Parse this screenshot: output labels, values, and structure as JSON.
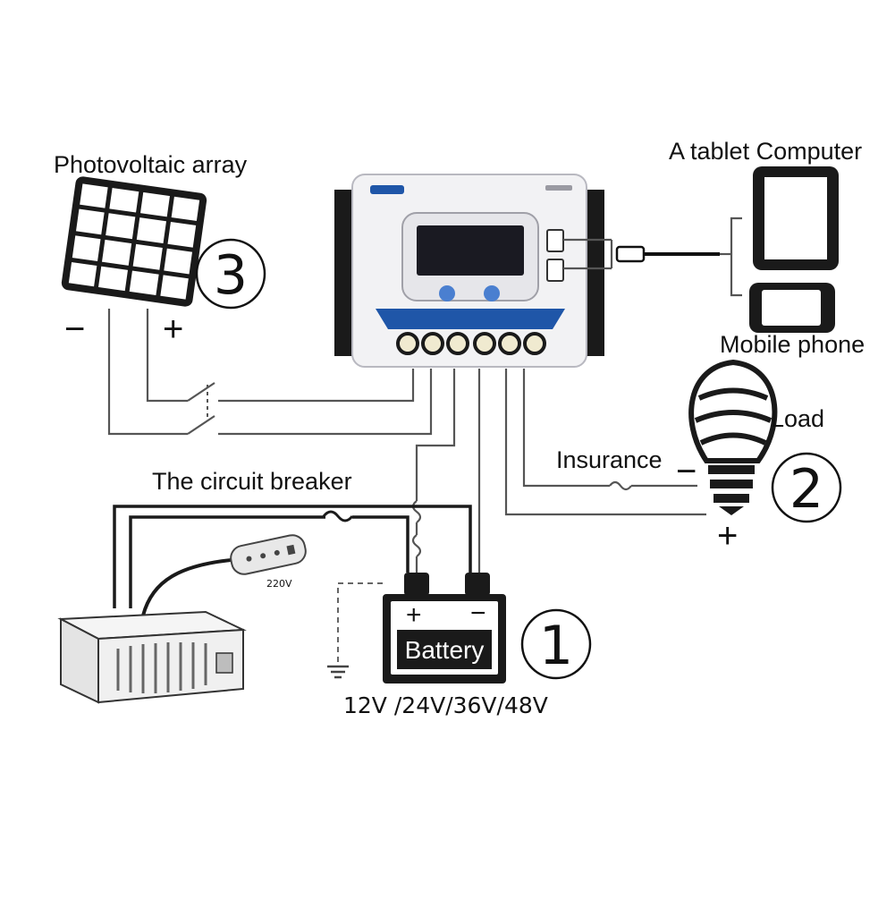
{
  "labels": {
    "pv_array": "Photovoltaic array",
    "tablet": "A tablet Computer",
    "mobile": "Mobile phone",
    "load": "Load",
    "insurance": "Insurance",
    "breaker": "The circuit breaker",
    "battery": "Battery",
    "voltage": "12V /24V/36V/48V",
    "socket_voltage": "220V"
  },
  "markers": {
    "one": "1",
    "two": "2",
    "three": "3"
  },
  "polarity": {
    "minus": "−",
    "plus": "+"
  },
  "colors": {
    "controller_body": "#f2f2f4",
    "display": "#1a1a22",
    "button": "#4a7fd0",
    "band": "#1f56a8",
    "battery": "#1a1a1a"
  }
}
